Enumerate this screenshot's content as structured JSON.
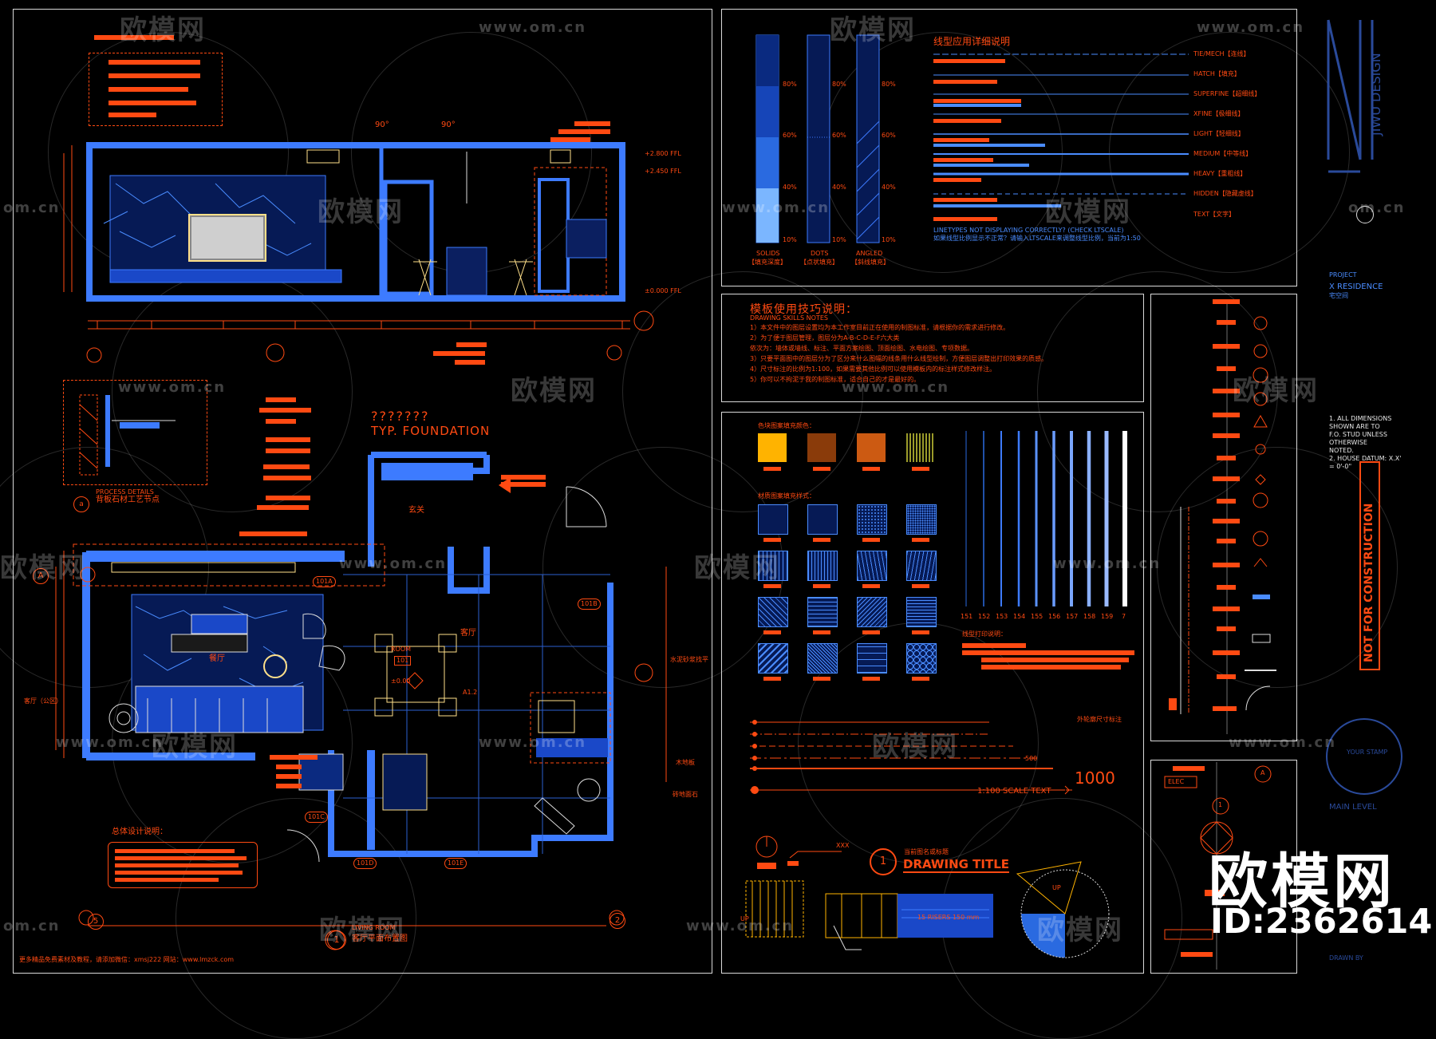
{
  "watermark": {
    "brand": "欧模网",
    "url": "www.om.cn",
    "url_fragment": "om.cn",
    "big_brand": "欧模网",
    "id_label": "ID:2362614"
  },
  "left_sheet": {
    "section_marks": [
      "90°",
      "90°"
    ],
    "level_marks": [
      "+2.800 FFL",
      "+2.450 FFL",
      "±0.000 FFL"
    ],
    "grid_bubbles": [
      "5",
      "2",
      "A",
      "1"
    ],
    "detail_caption_en": "PROCESS DETAILS",
    "detail_caption_cn": "背板石材工艺节点",
    "detail_bubble": "a",
    "foundation_question": "???????",
    "foundation_title": "TYP. FOUNDATION",
    "room_labels": [
      "玄关",
      "客厅",
      "餐厅",
      "ROOM",
      "101",
      "±0.00",
      "A1.2"
    ],
    "door_tags": [
      "101A",
      "101B",
      "101C",
      "101D",
      "101E"
    ],
    "right_callouts": [
      "水泥砂浆找平",
      "木地板",
      "砖地面石"
    ],
    "left_callout": "客厅（公区）",
    "notes_title": "总体设计说明：",
    "plan_title_en": "LIVING ROOM",
    "plan_title_cn": "客厅平面布置图",
    "plan_bubble": "1",
    "footer": "更多精品免费素材及教程，请添加微信：xmsj222 网站：www.lmzck.com"
  },
  "linetype_panel": {
    "scale_marks": [
      "80%",
      "60%",
      "40%",
      "10%"
    ],
    "column_labels_en": [
      "SOLIDS",
      "DOTS",
      "ANGLED"
    ],
    "column_labels_cn": [
      "【填充深度】",
      "【点状填充】",
      "【斜线填充】"
    ],
    "header": "线型应用详细说明",
    "types": [
      "TIE/MECH【连线】",
      "HATCH【填充】",
      "SUPERFINE【超细线】",
      "XFINE【极细线】",
      "LIGHT【轻细线】",
      "MEDIUM【中等线】",
      "HEAVY【重粗线】",
      "HIDDEN【隐藏虚线】",
      "TEXT【文字】"
    ],
    "warning_en": "LINETYPES NOT DISPLAYING CORRECTLY? (CHECK LTSCALE)",
    "warning_cn": "如果线型比例显示不正常？请输入LTSCALE来调整线型比例，当前为1:50"
  },
  "skills_panel": {
    "title_cn": "模板使用技巧说明：",
    "title_en": "DRAWING   SKILLS   NOTES",
    "lines": [
      "1）本文件中的图层设置均为本工作室目前正在使用的制图标准，请根据你的需求进行修改。",
      "2）为了便于图层管理，图层分为A-B-C-D-E-F六大类",
      "    依次为：墙体或墙线、标注、平面方案绘图、顶面绘图、水电绘图、专项数据。",
      "3）只要平面图中的图层分为了区分来什么图幅的线条用什么线型绘制，方便图层调整出打印效果的质感。",
      "4）尺寸标注的比例为1:100，如果需要其他比例可以使用模板内的标注样式修改样注。",
      "5）你可以不拘泥于我的制图标准，适合自己的才是最好的。"
    ]
  },
  "material_panel": {
    "color_title": "色块图案填充颜色：",
    "hatch_title": "材质图案填充样式：",
    "pen_numbers": [
      "151",
      "152",
      "153",
      "154",
      "155",
      "156",
      "157",
      "158",
      "159",
      "7"
    ],
    "pen_title": "线型打印说明：",
    "dim_label": "外轮廓尺寸标注",
    "dim_value": "500",
    "scale_value": "1000",
    "scale_text": "1:100 SCALE TEXT",
    "drawing_bubble": "1",
    "drawing_title_cn": "当前图名或标题",
    "drawing_title_en": "DRAWING TITLE",
    "stair_up": "UP",
    "stair_up2": "UP",
    "stair_note": "15 RISERS 150 mm",
    "xxx": "XXX",
    "colors": [
      "#ffb300",
      "#8a3b0a",
      "#cc5a12",
      "#9b9b2a"
    ]
  },
  "symbols_panel": {
    "tags": [
      "ELEC",
      "A",
      "1"
    ]
  },
  "title_block": {
    "logo_text": "JIWU DESIGN",
    "project_label": "PROJECT",
    "project_value": "X RESIDENCE",
    "project_cn": "宅空间",
    "note_lines": [
      "1.   ALL DIMENSIONS",
      "SHOWN ARE TO",
      "F.O. STUD UNLESS",
      "OTHERWISE",
      "NOTED.",
      "2. HOUSE DATUM: X.X'",
      "= 0'-0\""
    ],
    "stamp_banner": "NOT FOR CONSTRUCTION",
    "stamp_text": "YOUR STAMP",
    "level_label": "MAIN LEVEL",
    "sheet_label": "DRAWN BY"
  }
}
